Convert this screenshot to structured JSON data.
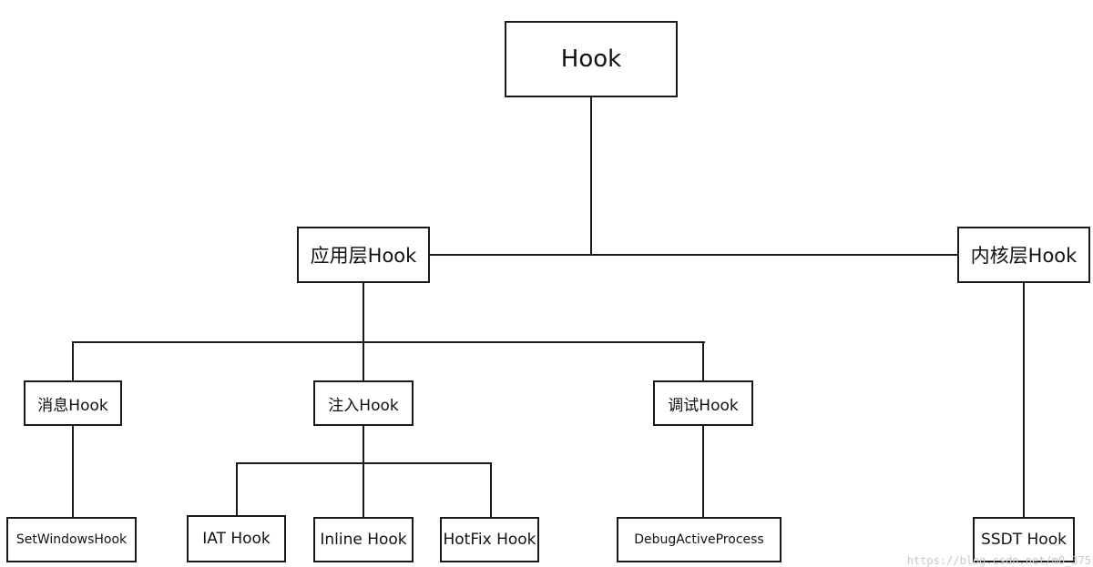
{
  "diagram": {
    "root": "Hook",
    "app_layer": "应用层Hook",
    "kernel_layer": "内核层Hook",
    "message_hook": "消息Hook",
    "injection_hook": "注入Hook",
    "debug_hook": "调试Hook",
    "set_windows_hook": "SetWindowsHook",
    "iat_hook": "IAT Hook",
    "inline_hook": "Inline Hook",
    "hotfix_hook": "HotFix Hook",
    "debug_active_process": "DebugActiveProcess",
    "ssdt_hook": "SSDT Hook"
  },
  "watermark": "https://blog.csdn.net/m0_375"
}
